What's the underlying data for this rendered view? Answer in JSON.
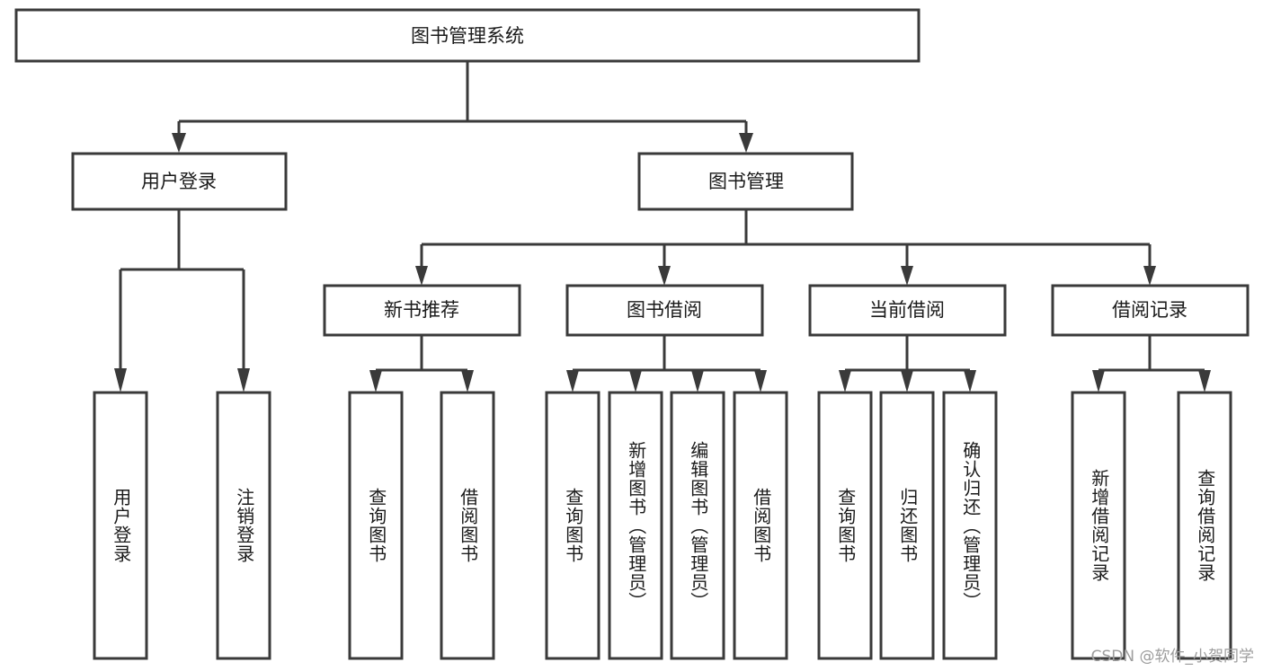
{
  "diagram": {
    "title": "图书管理系统",
    "type": "hierarchy-tree",
    "watermark": "CSDN @软件_小贺同学",
    "colors": {
      "stroke": "#3a3a3a",
      "fill": "#ffffff",
      "text": "#1a1a1a",
      "watermark": "#9d9d9d",
      "background": "#ffffff"
    },
    "levels": {
      "root": {
        "label": "图书管理系统"
      },
      "level2": [
        {
          "label": "用户登录"
        },
        {
          "label": "图书管理"
        }
      ],
      "level3": [
        {
          "label": "新书推荐"
        },
        {
          "label": "图书借阅"
        },
        {
          "label": "当前借阅"
        },
        {
          "label": "借阅记录"
        }
      ],
      "leaves": [
        {
          "label": "用户登录",
          "parent": "用户登录"
        },
        {
          "label": "注销登录",
          "parent": "用户登录"
        },
        {
          "label": "查询图书",
          "parent": "新书推荐"
        },
        {
          "label": "借阅图书",
          "parent": "新书推荐"
        },
        {
          "label": "查询图书",
          "parent": "图书借阅"
        },
        {
          "label": "新增图书（管理员）",
          "parent": "图书借阅"
        },
        {
          "label": "编辑图书（管理员）",
          "parent": "图书借阅"
        },
        {
          "label": "借阅图书",
          "parent": "图书借阅"
        },
        {
          "label": "查询图书",
          "parent": "当前借阅"
        },
        {
          "label": "归还图书",
          "parent": "当前借阅"
        },
        {
          "label": "确认归还（管理员）",
          "parent": "当前借阅"
        },
        {
          "label": "新增借阅记录",
          "parent": "借阅记录"
        },
        {
          "label": "查询借阅记录",
          "parent": "借阅记录"
        }
      ]
    }
  },
  "chart_data": {
    "type": "table",
    "title": "图书管理系统",
    "nodes": [
      {
        "id": "root",
        "label": "图书管理系统",
        "level": 1
      },
      {
        "id": "l2-0",
        "label": "用户登录",
        "level": 2,
        "parent": "root"
      },
      {
        "id": "l2-1",
        "label": "图书管理",
        "level": 2,
        "parent": "root"
      },
      {
        "id": "l3-0",
        "label": "新书推荐",
        "level": 3,
        "parent": "l2-1"
      },
      {
        "id": "l3-1",
        "label": "图书借阅",
        "level": 3,
        "parent": "l2-1"
      },
      {
        "id": "l3-2",
        "label": "当前借阅",
        "level": 3,
        "parent": "l2-1"
      },
      {
        "id": "l3-3",
        "label": "借阅记录",
        "level": 3,
        "parent": "l2-1"
      },
      {
        "id": "lf-0",
        "label": "用户登录",
        "level": 4,
        "parent": "l2-0"
      },
      {
        "id": "lf-1",
        "label": "注销登录",
        "level": 4,
        "parent": "l2-0"
      },
      {
        "id": "lf-2",
        "label": "查询图书",
        "level": 4,
        "parent": "l3-0"
      },
      {
        "id": "lf-3",
        "label": "借阅图书",
        "level": 4,
        "parent": "l3-0"
      },
      {
        "id": "lf-4",
        "label": "查询图书",
        "level": 4,
        "parent": "l3-1"
      },
      {
        "id": "lf-5",
        "label": "新增图书（管理员）",
        "level": 4,
        "parent": "l3-1"
      },
      {
        "id": "lf-6",
        "label": "编辑图书（管理员）",
        "level": 4,
        "parent": "l3-1"
      },
      {
        "id": "lf-7",
        "label": "借阅图书",
        "level": 4,
        "parent": "l3-1"
      },
      {
        "id": "lf-8",
        "label": "查询图书",
        "level": 4,
        "parent": "l3-2"
      },
      {
        "id": "lf-9",
        "label": "归还图书",
        "level": 4,
        "parent": "l3-2"
      },
      {
        "id": "lf-10",
        "label": "确认归还（管理员）",
        "level": 4,
        "parent": "l3-2"
      },
      {
        "id": "lf-11",
        "label": "新增借阅记录",
        "level": 4,
        "parent": "l3-3"
      },
      {
        "id": "lf-12",
        "label": "查询借阅记录",
        "level": 4,
        "parent": "l3-3"
      }
    ]
  }
}
